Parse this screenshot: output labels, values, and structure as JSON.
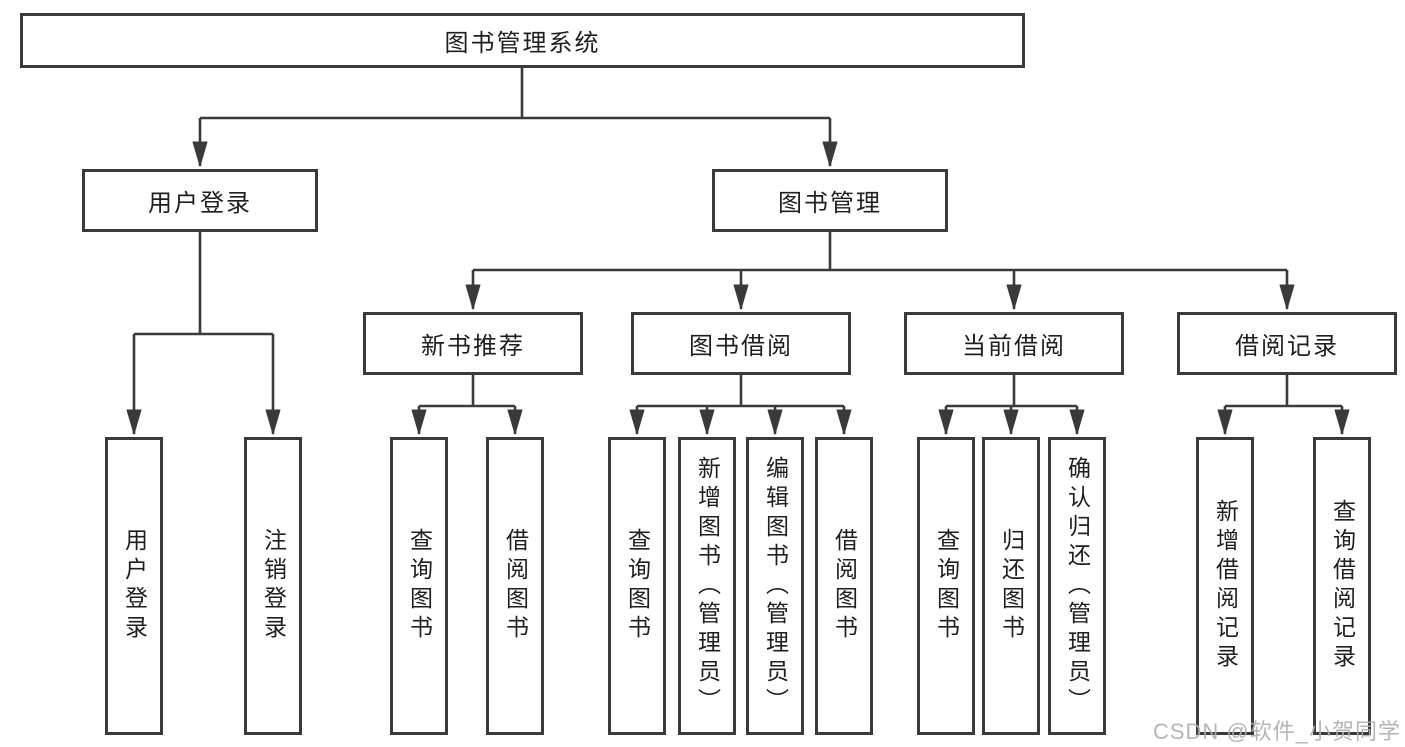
{
  "diagram_type": "hierarchy-tree",
  "tree": {
    "label": "图书管理系统",
    "children": [
      {
        "label": "用户登录",
        "children": [
          {
            "label": "用户登录"
          },
          {
            "label": "注销登录"
          }
        ]
      },
      {
        "label": "图书管理",
        "children": [
          {
            "label": "新书推荐",
            "children": [
              {
                "label": "查询图书"
              },
              {
                "label": "借阅图书"
              }
            ]
          },
          {
            "label": "图书借阅",
            "children": [
              {
                "label": "查询图书"
              },
              {
                "label": "新增图书（管理员）"
              },
              {
                "label": "编辑图书（管理员）"
              },
              {
                "label": "借阅图书"
              }
            ]
          },
          {
            "label": "当前借阅",
            "children": [
              {
                "label": "查询图书"
              },
              {
                "label": "归还图书"
              },
              {
                "label": "确认归还（管理员）"
              }
            ]
          },
          {
            "label": "借阅记录",
            "children": [
              {
                "label": "新增借阅记录"
              },
              {
                "label": "查询借阅记录"
              }
            ]
          }
        ]
      }
    ]
  },
  "watermark": {
    "text": "CSDN @软件_小贺同学"
  },
  "colors": {
    "line": "#3a3a3a",
    "box_border": "#3a3a3a",
    "box_fill": "#ffffff",
    "text": "#1f1f1f",
    "watermark": "#aeaeb2",
    "background": "#ffffff"
  }
}
